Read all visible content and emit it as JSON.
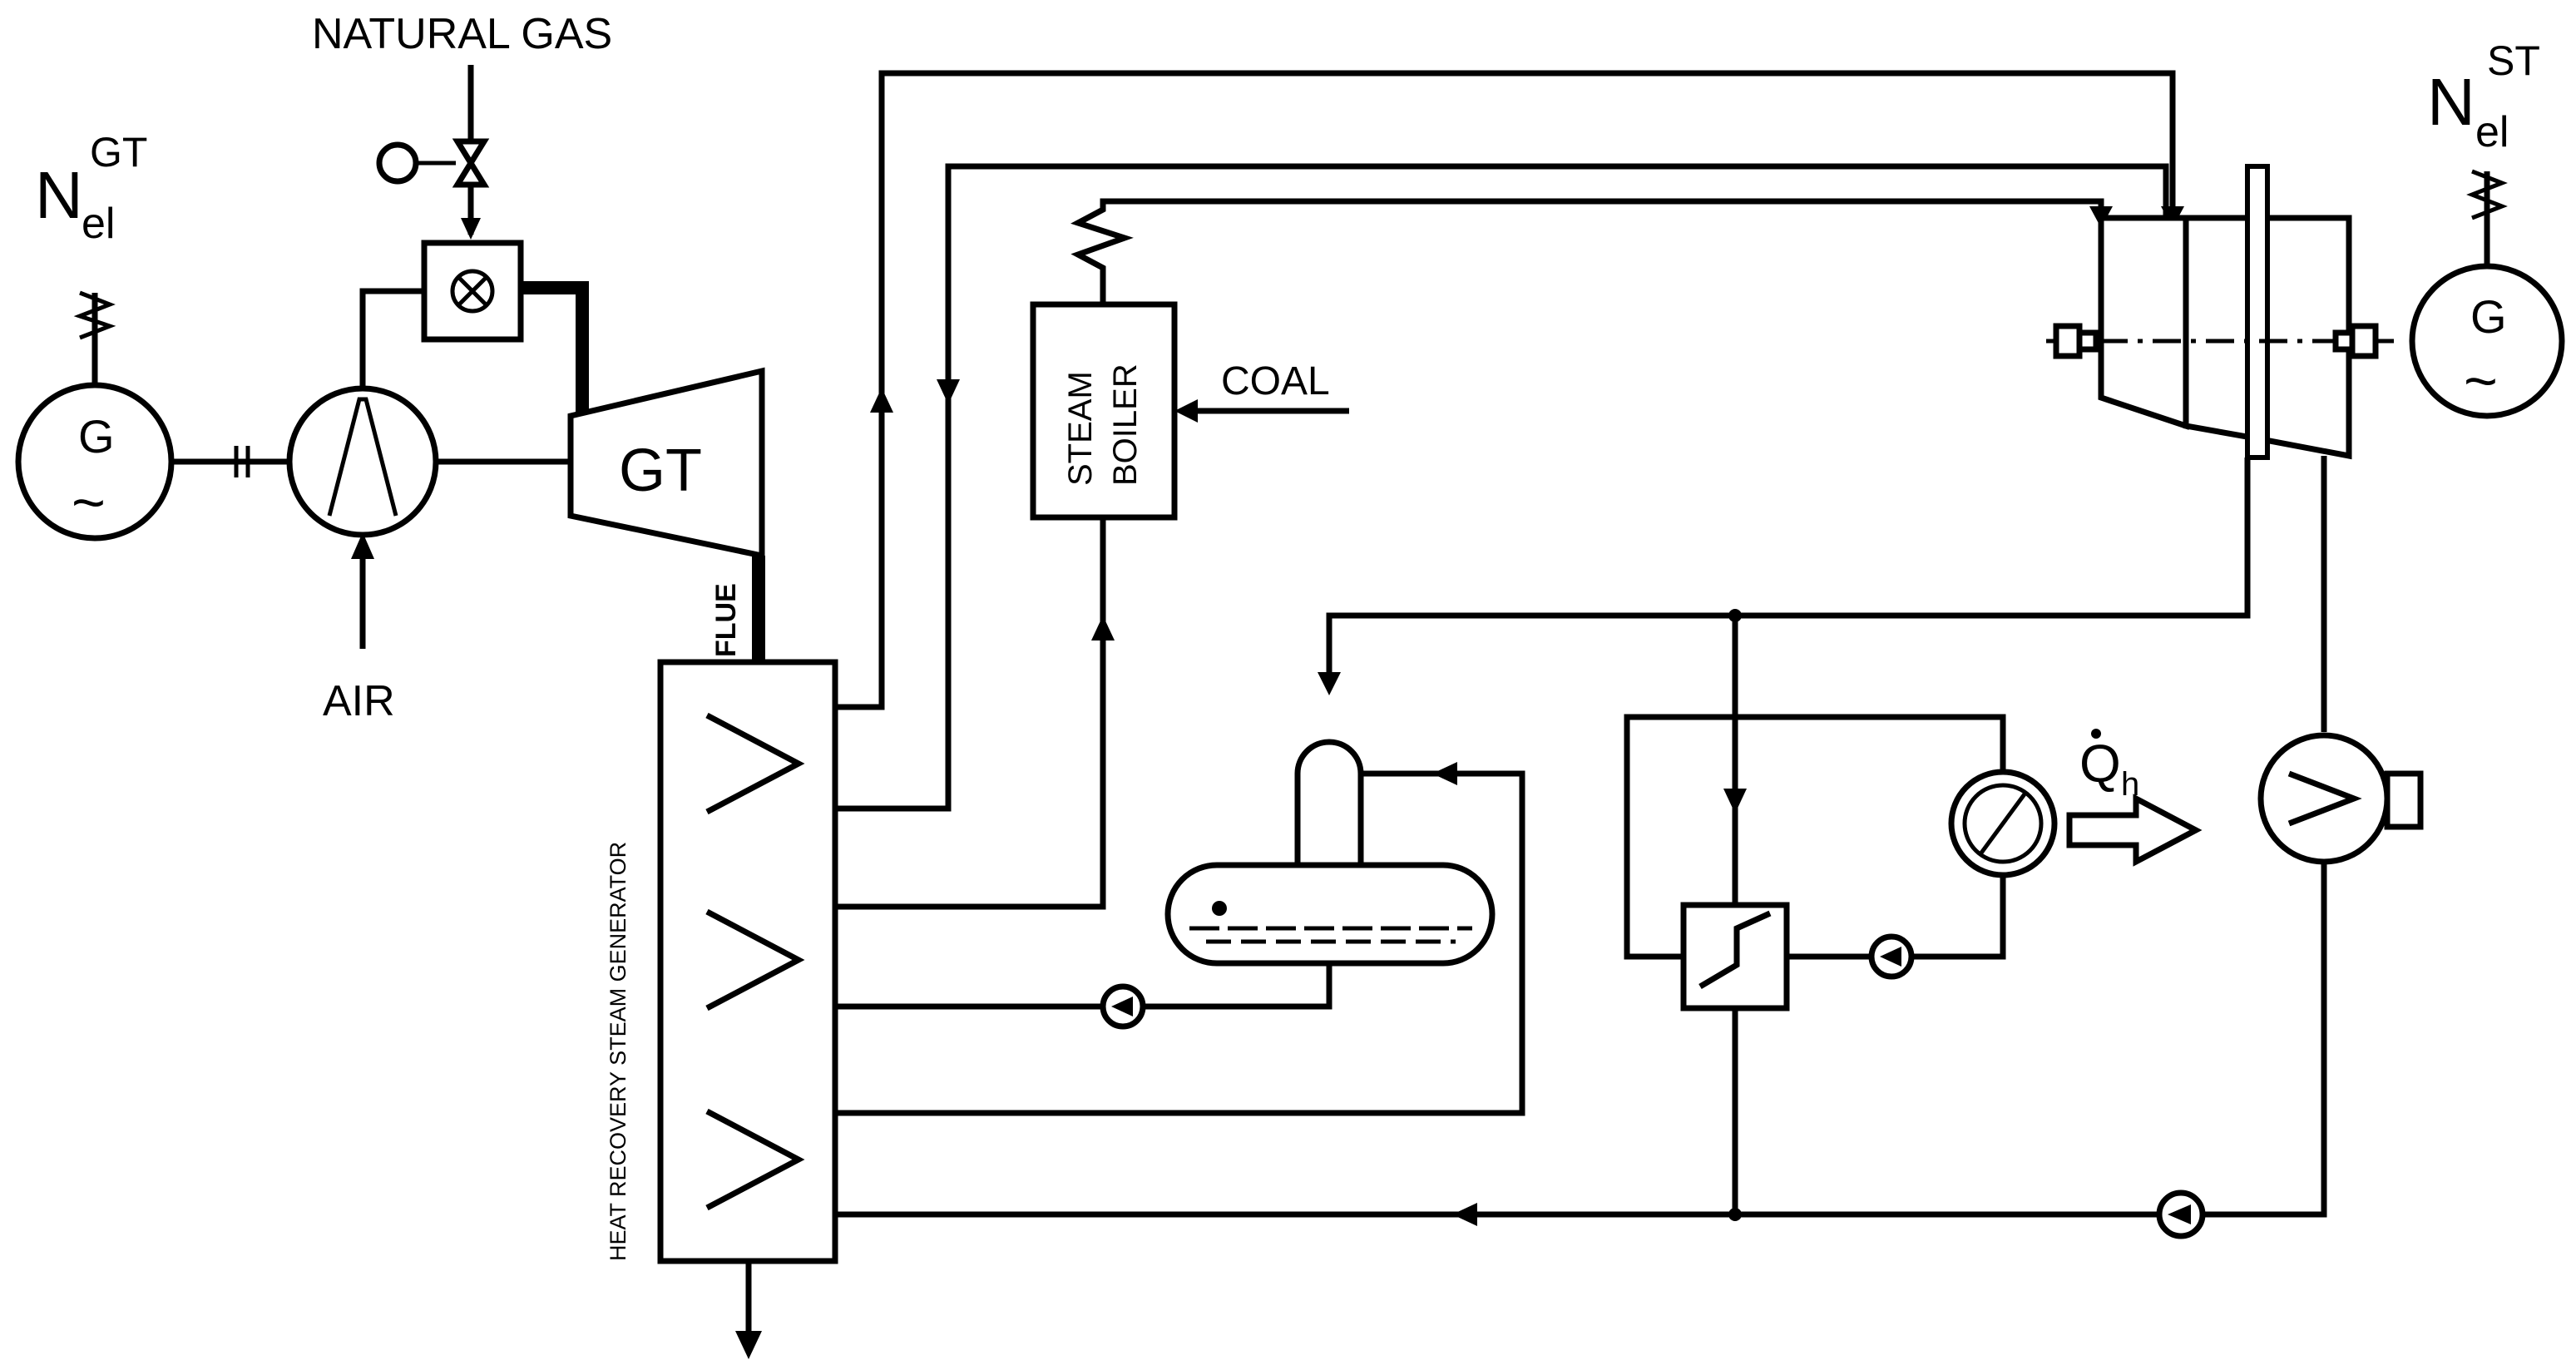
{
  "labels": {
    "natural_gas": "NATURAL GAS",
    "air": "AIR",
    "gt": "GT",
    "flue": "FLUE",
    "steam_boiler_line1": "STEAM",
    "steam_boiler_line2": "BOILER",
    "coal": "COAL",
    "hrsg": "HEAT RECOVERY STEAM GENERATOR",
    "generator_symbol": "G",
    "generator_tilde": "~",
    "power_gt_base": "N",
    "power_gt_sub": "el",
    "power_gt_sup": "GT",
    "power_st_base": "N",
    "power_st_sub": "el",
    "power_st_sup": "ST",
    "heat_base": "Q",
    "heat_sub": "h"
  },
  "colors": {
    "line": "#000000",
    "background": "#ffffff"
  }
}
